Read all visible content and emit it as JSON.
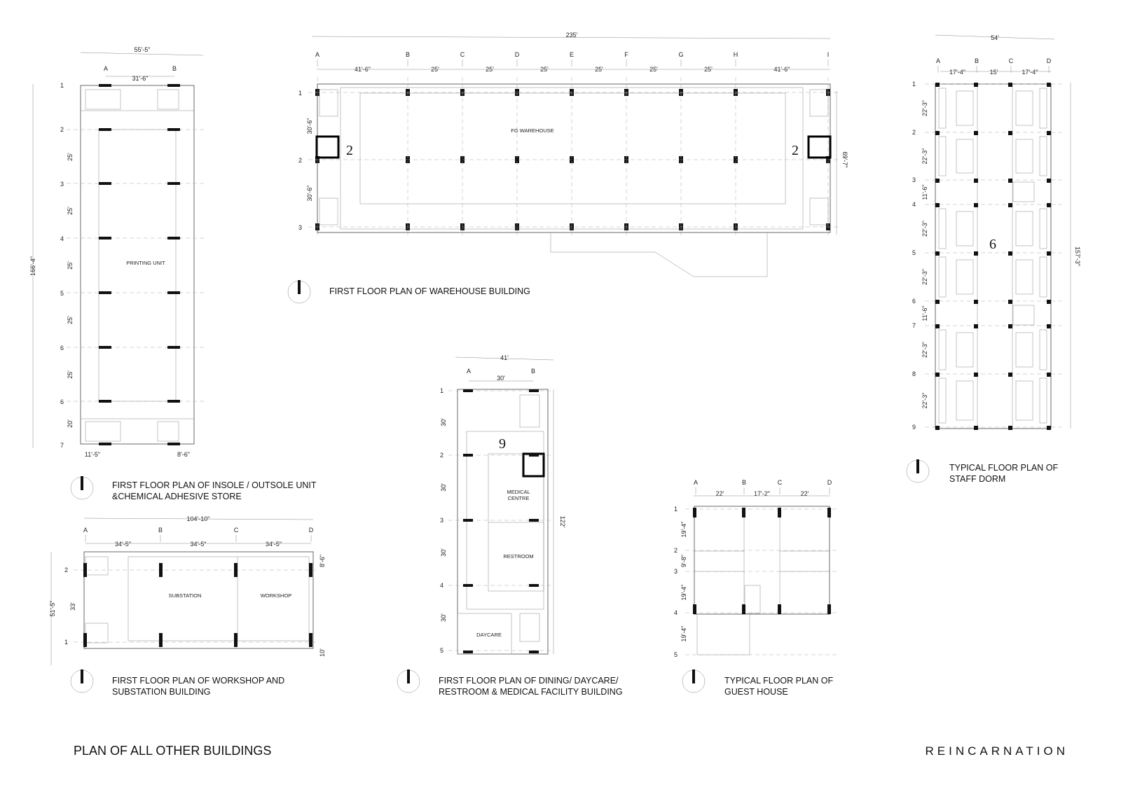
{
  "sheet": {
    "title": "PLAN OF ALL OTHER BUILDINGS",
    "brand": "REINCARNATION"
  },
  "plans": {
    "insole": {
      "caption_l1": "FIRST FLOOR PLAN OF INSOLE / OUTSOLE UNIT",
      "caption_l2": "&CHEMICAL ADHESIVE STORE",
      "room": "PRINTING UNIT",
      "dim_total_w": "55'-5\"",
      "dim_ab": "31'-6\"",
      "dim_total_h": "166'-4\"",
      "dim_left_bottom": "11'-5\"",
      "dim_right_bottom": "8'-6\"",
      "bays": [
        "25'",
        "25'",
        "25'",
        "25'",
        "25'",
        "20'"
      ],
      "rows": [
        "1",
        "2",
        "3",
        "4",
        "5",
        "6",
        "6",
        "7"
      ],
      "cols": [
        "A",
        "B"
      ]
    },
    "warehouse": {
      "caption": "FIRST FLOOR PLAN OF WAREHOUSE BUILDING",
      "room": "FG WAREHOUSE",
      "dim_total": "235'",
      "cols": [
        "A",
        "B",
        "C",
        "D",
        "E",
        "F",
        "G",
        "H",
        "I"
      ],
      "spans": [
        "41'-6\"",
        "25'",
        "25'",
        "25'",
        "25'",
        "25'",
        "25'",
        "41'-6\""
      ],
      "rows": [
        "1",
        "2",
        "3"
      ],
      "row_dims": [
        "30'-6\"",
        "30'-6\""
      ],
      "dim_right": "69'-7\"",
      "callout": "2"
    },
    "dorm": {
      "caption_l1": "TYPICAL FLOOR PLAN OF",
      "caption_l2": "STAFF DORM",
      "dim_total": "54'",
      "cols": [
        "A",
        "B",
        "C",
        "D"
      ],
      "spans": [
        "17'-4\"",
        "15'",
        "17'-4\""
      ],
      "rows": [
        "1",
        "2",
        "3",
        "4",
        "5",
        "6",
        "7",
        "8",
        "9"
      ],
      "row_dims": [
        "22'-3\"",
        "22'-3\"",
        "11'-6\"",
        "22'-3\"",
        "22'-3\"",
        "11'-6\"",
        "22'-3\"",
        "22'-3\""
      ],
      "dim_right": "157'-3\"",
      "callout": "6"
    },
    "dining": {
      "caption_l1": "FIRST FLOOR PLAN OF DINING/ DAYCARE/",
      "caption_l2": "RESTROOM & MEDICAL FACILITY BUILDING",
      "dim_total": "41'",
      "dim_ab": "30'",
      "cols": [
        "A",
        "B"
      ],
      "rows": [
        "1",
        "2",
        "3",
        "4",
        "5"
      ],
      "row_dims": [
        "30'",
        "30'",
        "30'",
        "30'"
      ],
      "dim_right": "122'",
      "room_medical_l1": "MEDICAL",
      "room_medical_l2": "CENTRE",
      "room_rest": "RESTROOM",
      "room_day": "DAYCARE",
      "callout": "9"
    },
    "workshop": {
      "caption_l1": "FIRST FLOOR PLAN OF WORKSHOP AND",
      "caption_l2": "SUBSTATION BUILDING",
      "dim_total": "104'-10\"",
      "cols": [
        "A",
        "B",
        "C",
        "D"
      ],
      "spans": [
        "34'-5\"",
        "34'-5\"",
        "34'-5\""
      ],
      "rows": [
        "2",
        "1"
      ],
      "dim_left_total": "51'-5\"",
      "dim_left": "33'",
      "dim_right_top": "8'-6\"",
      "dim_right_bottom": "10'",
      "room_sub": "SUBSTATION",
      "room_work": "WORKSHOP"
    },
    "guest": {
      "caption_l1": "TYPICAL FLOOR PLAN OF",
      "caption_l2": "GUEST HOUSE",
      "cols": [
        "A",
        "B",
        "C",
        "D"
      ],
      "spans": [
        "22'",
        "17'-2\"",
        "22'"
      ],
      "rows": [
        "1",
        "2",
        "3",
        "4",
        "5"
      ],
      "row_dims": [
        "19'-4\"",
        "9'-8\"",
        "19'-4\"",
        "19'-4\""
      ]
    }
  }
}
